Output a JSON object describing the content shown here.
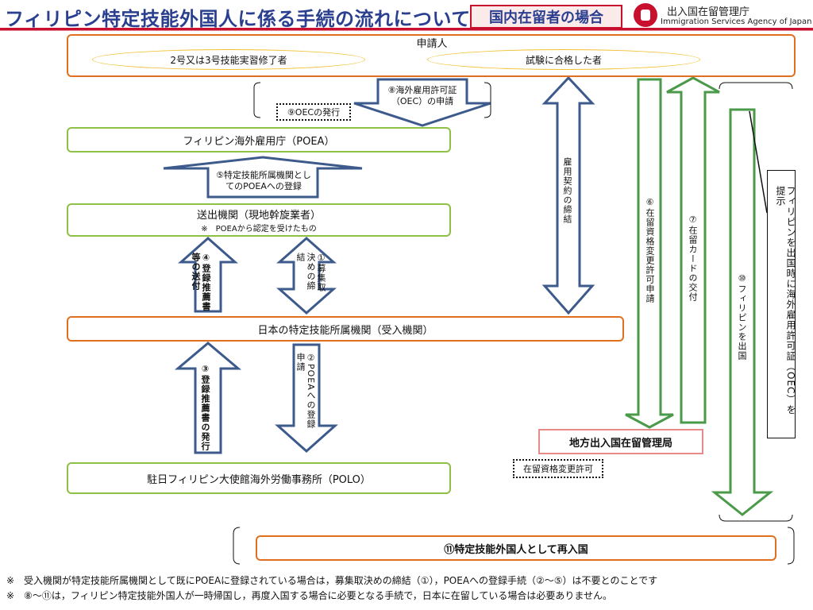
{
  "header": {
    "title": "フィリピン特定技能外国人に係る手続の流れについて",
    "case_label": "国内在留者の場合",
    "agency_ja": "出入国在留管理庁",
    "agency_en": "Immigration Services Agency of Japan"
  },
  "applicant": {
    "title": "申請人",
    "type_a": "2号又は3号技能実習修了者",
    "type_b": "試験に合格した者"
  },
  "boxes": {
    "poea": "フィリピン海外雇用庁（POEA）",
    "sending_agency": "送出機関（現地幹旋業者）",
    "sending_agency_note": "※　POEAから認定を受けたもの",
    "receiving_org": "日本の特定技能所属機関（受入機関）",
    "regional_bureau": "地方出入国在留管理局",
    "polo": "駐日フィリピン大使館海外労働事務所（POLO）",
    "reentry": "⑪特定技能外国人として再入国"
  },
  "steps": {
    "s1": "①募集取決めの締結",
    "s2": "②POEAへの登録申請",
    "s3": "③登録推薦書の発行",
    "s4": "④登録推薦書等の送付",
    "s5": "⑤特定技能所属機関としてのPOEAへの登録",
    "s6": "⑥在留資格変更許可申請",
    "s7": "⑦在留カードの交付",
    "s8": "⑧海外雇用許可証（OEC）の申請",
    "s9": "⑨OECの発行",
    "s10": "⑩フィリピンを出国",
    "employment_contract": "雇用契約の締結",
    "oec_present": "フィリピンを出国時に海外雇用許可証（OEC）を提示",
    "status_change_permit": "在留資格変更許可"
  },
  "footnotes": [
    "※　受入機関が特定技能所属機関として既にPOEAに登録されている場合は，募集取決めの締結（①），POEAへの登録手続（②～⑤）は不要とのことです",
    "※　⑧～⑪は，フィリピン特定技能外国人が一時帰国し，再度入国する場合に必要となる手続で，日本に在留している場合は必要ありません。"
  ],
  "colors": {
    "blue_arrow": "#3d5a8c",
    "green_arrow": "#4a9a4a",
    "orange_box": "#e07020",
    "green_box": "#8dc044",
    "red_accent": "#c8102e"
  }
}
